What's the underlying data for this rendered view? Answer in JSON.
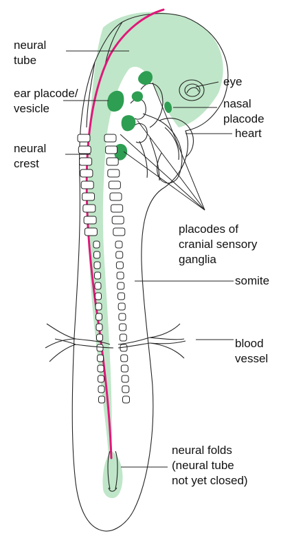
{
  "labels": {
    "neural_tube": [
      "neural",
      "tube"
    ],
    "ear_placode": [
      "ear placode/",
      "vesicle"
    ],
    "neural_crest": [
      "neural",
      "crest"
    ],
    "eye": [
      "eye"
    ],
    "nasal_placode": [
      "nasal",
      "placode"
    ],
    "heart": [
      "heart"
    ],
    "cranial_placodes": [
      "placodes of",
      "cranial sensory",
      "ganglia"
    ],
    "somite": [
      "somite"
    ],
    "blood_vessel": [
      "blood",
      "vessel"
    ],
    "neural_folds": [
      "neural folds",
      "(neural tube",
      "not yet closed)"
    ]
  },
  "colors": {
    "neural_tube_fill": "#bfe6c8",
    "placode_fill": "#2e9e52",
    "neural_crest_line": "#e0177a",
    "outline": "#222222"
  }
}
